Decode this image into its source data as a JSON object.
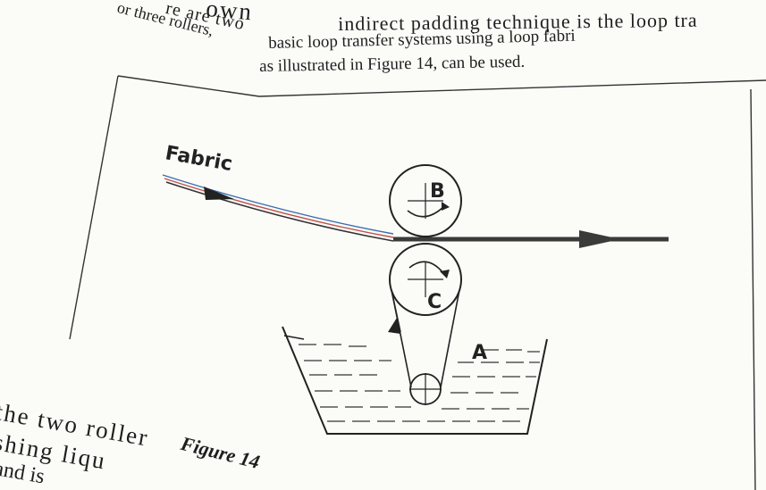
{
  "header_text": {
    "line1_left": "own",
    "line1_right": "indirect padding technique is the loop tra",
    "line2_left": "re are two",
    "line2_right": "basic loop transfer systems using a loop fabri",
    "line3_left": "or three rollers,",
    "line3_right": "as illustrated in Figure 14, can be used."
  },
  "diagram": {
    "fabric_label": "Fabric",
    "roller_b_label": "B",
    "roller_c_label": "C",
    "bath_label": "A"
  },
  "footer_text": {
    "line1": "the two roller",
    "line2": "shing liqu",
    "line3": "and is",
    "caption": "Figure 14"
  },
  "colors": {
    "paper": "#fbfbf8",
    "ink": "#222222",
    "fabric_red": "#c0504d",
    "fabric_blue": "#3a6fb0"
  }
}
